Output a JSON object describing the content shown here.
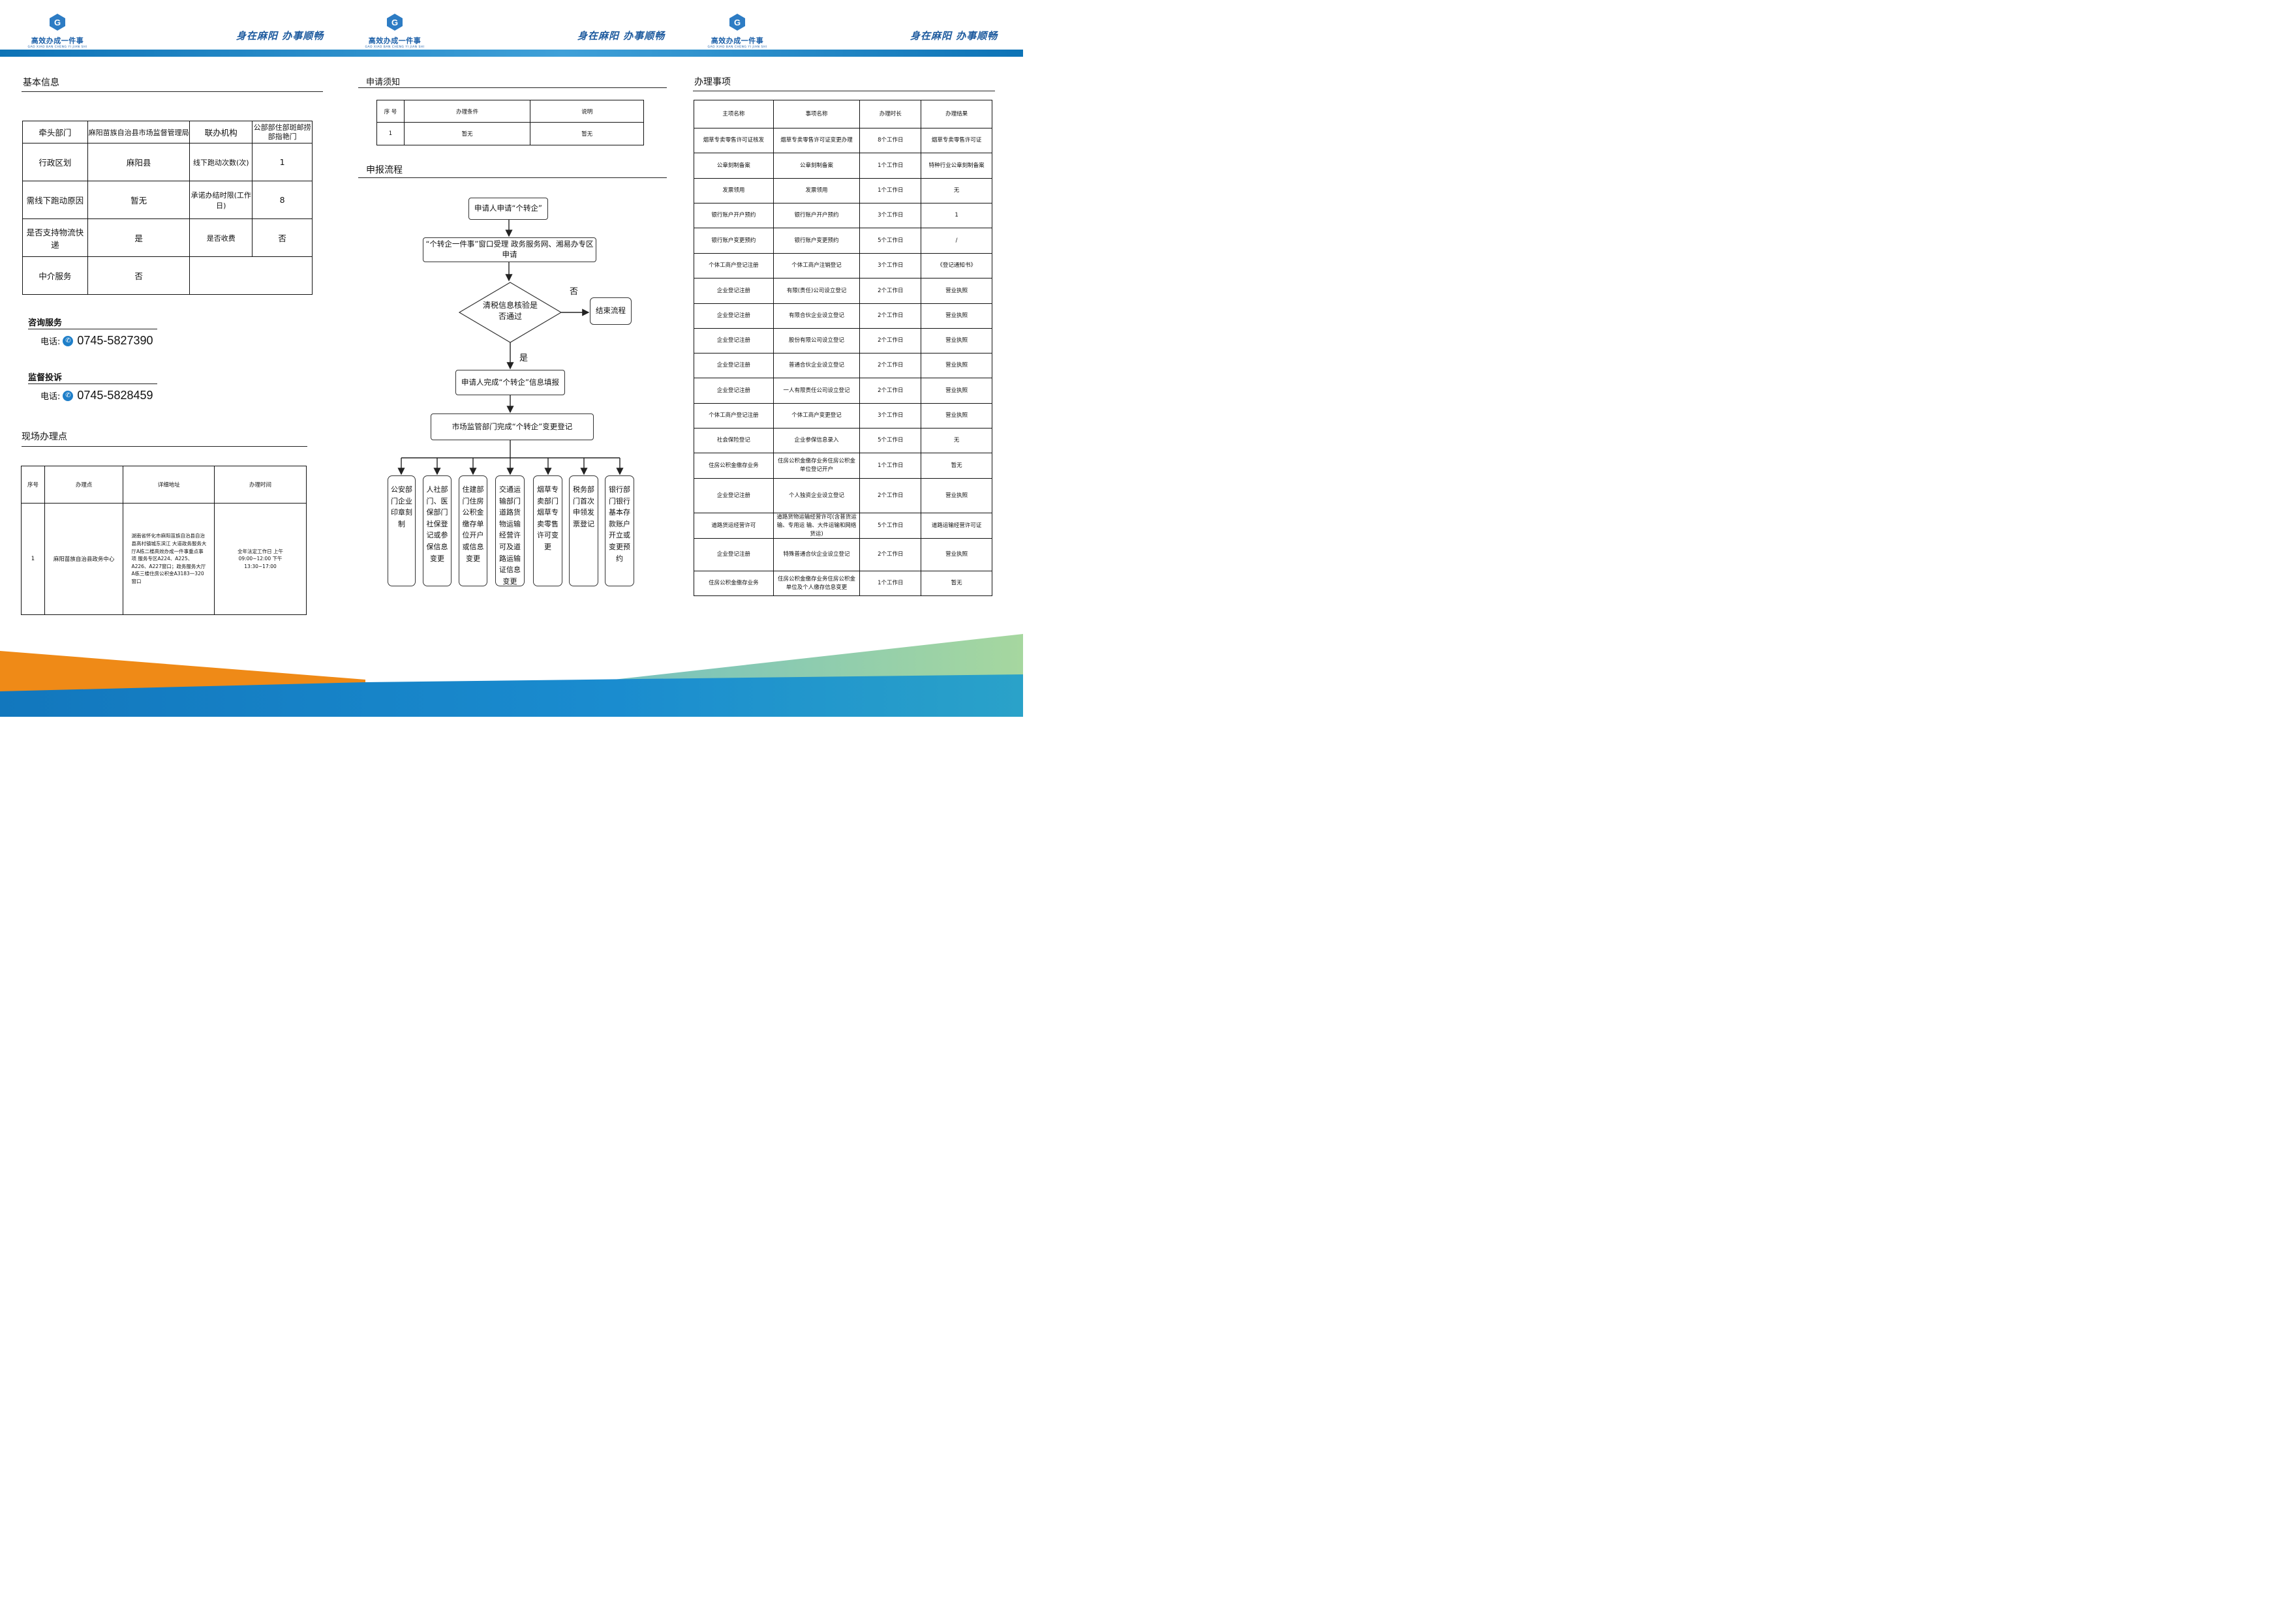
{
  "header": {
    "logo_text": "高效办成一件事",
    "logo_sub": "GAO XIAO BAN CHENG YI JIAN SHI",
    "slogan": "身在麻阳 办事顺畅"
  },
  "colors": {
    "brand_blue": "#1b5fa8",
    "bar_blue": "#0d73b6",
    "accent_orange": "#ef8a17",
    "accent_green": "#9fcf9f"
  },
  "panel1": {
    "basic_title": "基本信息",
    "basic_rows": [
      [
        "牵头部门",
        "麻阳苗族自治县市场监督管理局",
        "联办机构",
        "公部部住部斑邮捞部指艳门"
      ],
      [
        "行政区划",
        "麻阳县",
        "线下跑动次数(次)",
        "1"
      ],
      [
        "需线下跑动原因",
        "暂无",
        "承诺办结时限(工作日)",
        "8"
      ],
      [
        "是否支持物流快递",
        "是",
        "是否收费",
        "否"
      ],
      [
        "中介服务",
        "否"
      ]
    ],
    "consult_title": "咨询服务",
    "consult_phone_label": "电话:",
    "consult_phone": "0745-5827390",
    "supervise_title": "监督投诉",
    "supervise_phone_label": "电话:",
    "supervise_phone": "0745-5828459",
    "site_title": "现场办理点",
    "site_headers": [
      "序号",
      "办理点",
      "详细地址",
      "办理时间"
    ],
    "site_rows": [
      [
        "1",
        "麻阳苗族自治县政务中心",
        "湖南省怀化市麻阳苗族自治县自治县高村镇城东滨江 大道政务服务大厅A栋二楼高效办成一件事重点事项 服务专区A224、A225、A226、A227窗口；政务服务大厅A栋三楼住房公积金A3183一320窗口",
        "全年法定工作日 上午09:00~12:00 下午13:30~17:00"
      ]
    ]
  },
  "panel2": {
    "notice_title": "申请须知",
    "notice_headers": [
      "序 号",
      "办理条件",
      "说明"
    ],
    "notice_rows": [
      [
        "1",
        "暂无",
        "暂无"
      ]
    ],
    "flow_title": "申报流程",
    "flow": {
      "step1": "申请人申请“个转企”",
      "step2": "“个转企一件事”窗口受理|政务服务网、湘易办专区申请",
      "decision": "清税信息核验是否通过",
      "no_label": "否",
      "end": "结束流程",
      "yes_label": "是",
      "step3": "申请人完成“个转企”信息填报",
      "step4": "市场监管部门完成“个转企”变更登记",
      "branches": [
        "公安部门企业印章刻制",
        "人社部门、医保部门社保登记或参保信息变更",
        "住建部门住房公积金缴存单位开户或信息变更",
        "交通运输部门道路货物运输经营许可及道路运输证信息变更",
        "烟草专卖部门烟草专卖零售许可变更",
        "税务部门首次申领发票登记",
        "银行部门银行基本存款账户开立或变更预约"
      ]
    }
  },
  "panel3": {
    "items_title": "办理事项",
    "items_headers": [
      "主项名称",
      "事项名称",
      "办理时长",
      "办理结果"
    ],
    "items_rows": [
      [
        "烟草专卖零售许可证核发",
        "烟草专卖零售许可证变更办理",
        "8个工作日",
        "烟草专卖零售许可证"
      ],
      [
        "公章刻制备案",
        "公章刻制备案",
        "1个工作日",
        "特种行业公章刻制备案"
      ],
      [
        "发票领用",
        "发票领用",
        "1个工作日",
        "无"
      ],
      [
        "银行账户开户预约",
        "银行账户开户预约",
        "3个工作日",
        "1"
      ],
      [
        "银行账户变更预约",
        "银行账户变更预约",
        "5个工作日",
        "/"
      ],
      [
        "个体工商户登记注册",
        "个体工商户注销登记",
        "3个工作日",
        "《登记通知书》"
      ],
      [
        "企业登记注册",
        "有限(责任)公司设立登记",
        "2个工作日",
        "营业执照"
      ],
      [
        "企业登记注册",
        "有限合伙企业设立登记",
        "2个工作日",
        "营业执照"
      ],
      [
        "企业登记注册",
        "股份有限公司设立登记",
        "2个工作日",
        "营业执照"
      ],
      [
        "企业登记注册",
        "普通合伙企业设立登记",
        "2个工作日",
        "营业执照"
      ],
      [
        "企业登记注册",
        "一人有限责任公司设立登记",
        "2个工作日",
        "营业执照"
      ],
      [
        "个体工商户登记注册",
        "个体工商户变更登记",
        "3个工作日",
        "营业执照"
      ],
      [
        "社会保险登记",
        "企业参保信息录入",
        "5个工作日",
        "无"
      ],
      [
        "住房公积金缴存业务",
        "住房公积金缴存业务住房公积金单位登记开户",
        "1个工作日",
        "暂无"
      ],
      [
        "企业登记注册",
        "个人独资企业设立登记",
        "2个工作日",
        "营业执照"
      ],
      [
        "道路货运经营许可",
        "道路货物运输经营许可(含普货运输、专用运 输、大件运输和网络货运)",
        "5个工作日",
        "道路运输经营许可证"
      ],
      [
        "企业登记注册",
        "特殊普通合伙企业设立登记",
        "2个工作日",
        "营业执照"
      ],
      [
        "住房公积金缴存业务",
        "住房公积金缴存业务住房公积金单位及个人缴存信息变更",
        "1个工作日",
        "暂无"
      ]
    ]
  }
}
